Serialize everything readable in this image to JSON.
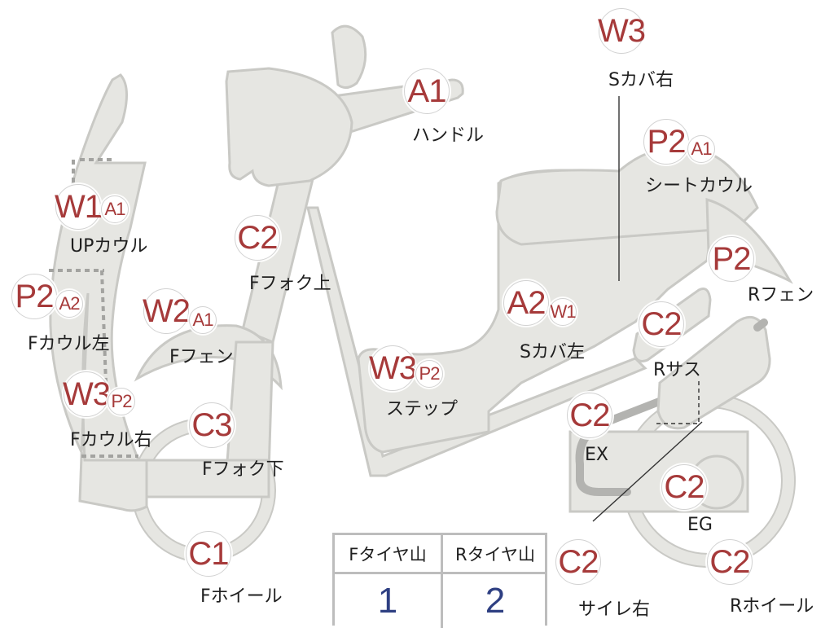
{
  "markers": [
    {
      "id": "handle",
      "label": "ハンドル",
      "grades": [
        "A1"
      ]
    },
    {
      "id": "s-cover-r",
      "label": "Sカバ右",
      "grades": [
        "W3"
      ]
    },
    {
      "id": "seat-cowl",
      "label": "シートカウル",
      "grades": [
        "P2",
        "A1"
      ]
    },
    {
      "id": "up-cowl",
      "label": "UPカウル",
      "grades": [
        "W1",
        "A1"
      ]
    },
    {
      "id": "f-fork-upper",
      "label": "Fフォク上",
      "grades": [
        "C2"
      ]
    },
    {
      "id": "r-fender",
      "label": "Rフェン",
      "grades": [
        "P2"
      ]
    },
    {
      "id": "f-cowl-l",
      "label": "Fカウル左",
      "grades": [
        "P2",
        "A2"
      ]
    },
    {
      "id": "f-fender",
      "label": "Fフェン",
      "grades": [
        "W2",
        "A1"
      ]
    },
    {
      "id": "s-cover-l",
      "label": "Sカバ左",
      "grades": [
        "A2",
        "W1"
      ]
    },
    {
      "id": "r-sus",
      "label": "Rサス",
      "grades": [
        "C2"
      ]
    },
    {
      "id": "step",
      "label": "ステップ",
      "grades": [
        "W3",
        "P2"
      ]
    },
    {
      "id": "f-cowl-r",
      "label": "Fカウル右",
      "grades": [
        "W3",
        "P2"
      ]
    },
    {
      "id": "f-fork-lower",
      "label": "Fフォク下",
      "grades": [
        "C3"
      ]
    },
    {
      "id": "ex",
      "label": "EX",
      "grades": [
        "C2"
      ]
    },
    {
      "id": "eg",
      "label": "EG",
      "grades": [
        "C2"
      ]
    },
    {
      "id": "f-wheel",
      "label": "Fホイール",
      "grades": [
        "C1"
      ]
    },
    {
      "id": "muffler-r",
      "label": "サイレ右",
      "grades": [
        "C2"
      ]
    },
    {
      "id": "r-wheel",
      "label": "Rホイール",
      "grades": [
        "C2"
      ]
    }
  ],
  "tire_table": {
    "headers": [
      "Fタイヤ山",
      "Rタイヤ山"
    ],
    "values": [
      "1",
      "2"
    ]
  },
  "colors": {
    "grade_text": "#a63a3a",
    "tire_value": "#2e3f82",
    "part_fill": "#e6e6e2"
  }
}
